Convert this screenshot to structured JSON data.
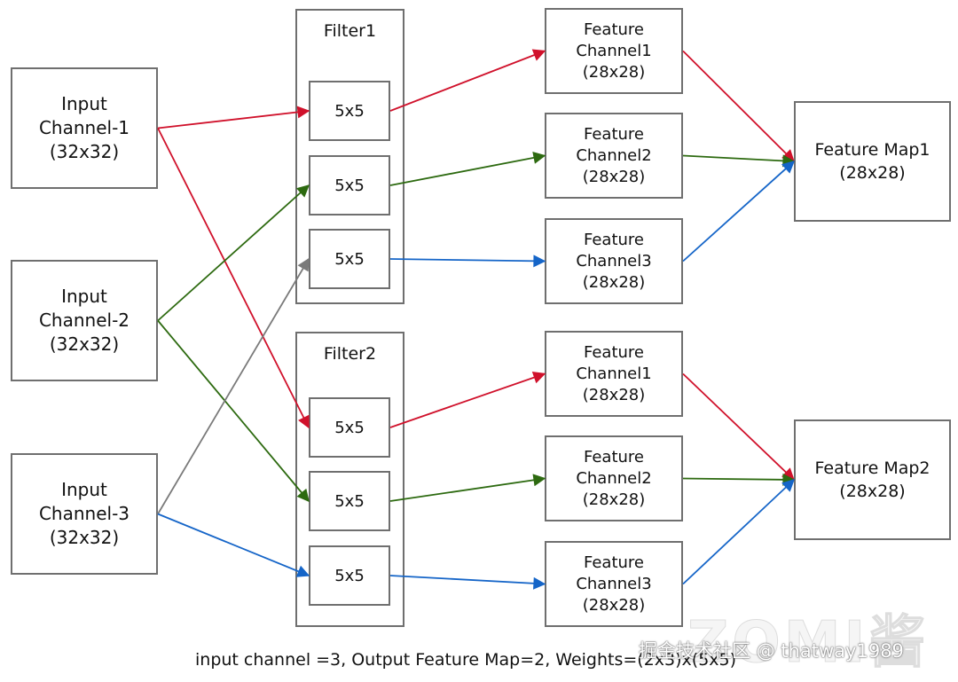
{
  "inputs": [
    {
      "line1": "Input",
      "line2": "Channel-1",
      "line3": "(32x32)"
    },
    {
      "line1": "Input",
      "line2": "Channel-2",
      "line3": "(32x32)"
    },
    {
      "line1": "Input",
      "line2": "Channel-3",
      "line3": "(32x32)"
    }
  ],
  "filters": [
    {
      "title": "Filter1",
      "kernels": [
        "5x5",
        "5x5",
        "5x5"
      ]
    },
    {
      "title": "Filter2",
      "kernels": [
        "5x5",
        "5x5",
        "5x5"
      ]
    }
  ],
  "feature_channels": [
    {
      "line1": "Feature",
      "line2": "Channel1",
      "line3": "(28x28)"
    },
    {
      "line1": "Feature",
      "line2": "Channel2",
      "line3": "(28x28)"
    },
    {
      "line1": "Feature",
      "line2": "Channel3",
      "line3": "(28x28)"
    },
    {
      "line1": "Feature",
      "line2": "Channel1",
      "line3": "(28x28)"
    },
    {
      "line1": "Feature",
      "line2": "Channel2",
      "line3": "(28x28)"
    },
    {
      "line1": "Feature",
      "line2": "Channel3",
      "line3": "(28x28)"
    }
  ],
  "feature_maps": [
    {
      "line1": "Feature Map1",
      "line2": "(28x28)"
    },
    {
      "line1": "Feature Map2",
      "line2": "(28x28)"
    }
  ],
  "caption": "input channel =3, Output Feature Map=2, Weights=(2x3)x(5x5)",
  "watermark": {
    "text": "掘金技术社区 @ thatway1989",
    "logo": "ZOMI酱"
  },
  "colors": {
    "channel1": "#d0112b",
    "channel2": "#2d6a10",
    "channel3": "#1565c8",
    "cross": "#7a7a7a",
    "box_border": "#6f6f6f"
  },
  "connections": [
    {
      "from": "input-channel-1",
      "to": "filter1-kernel-1",
      "color": "channel1"
    },
    {
      "from": "input-channel-1",
      "to": "filter2-kernel-1",
      "color": "channel1"
    },
    {
      "from": "input-channel-2",
      "to": "filter1-kernel-2",
      "color": "channel2"
    },
    {
      "from": "input-channel-2",
      "to": "filter2-kernel-2",
      "color": "channel2"
    },
    {
      "from": "input-channel-3",
      "to": "filter1-kernel-3",
      "color": "cross"
    },
    {
      "from": "input-channel-3",
      "to": "filter2-kernel-3",
      "color": "channel3"
    },
    {
      "from": "filter1-kernel-1",
      "to": "filter1-feature-channel-1",
      "color": "channel1"
    },
    {
      "from": "filter1-kernel-2",
      "to": "filter1-feature-channel-2",
      "color": "channel2"
    },
    {
      "from": "filter1-kernel-3",
      "to": "filter1-feature-channel-3",
      "color": "channel3"
    },
    {
      "from": "filter2-kernel-1",
      "to": "filter2-feature-channel-1",
      "color": "channel1"
    },
    {
      "from": "filter2-kernel-2",
      "to": "filter2-feature-channel-2",
      "color": "channel2"
    },
    {
      "from": "filter2-kernel-3",
      "to": "filter2-feature-channel-3",
      "color": "channel3"
    },
    {
      "from": "filter1-feature-channel-1",
      "to": "feature-map-1",
      "color": "channel1"
    },
    {
      "from": "filter1-feature-channel-2",
      "to": "feature-map-1",
      "color": "channel2"
    },
    {
      "from": "filter1-feature-channel-3",
      "to": "feature-map-1",
      "color": "channel3"
    },
    {
      "from": "filter2-feature-channel-1",
      "to": "feature-map-2",
      "color": "channel1"
    },
    {
      "from": "filter2-feature-channel-2",
      "to": "feature-map-2",
      "color": "channel2"
    },
    {
      "from": "filter2-feature-channel-3",
      "to": "feature-map-2",
      "color": "channel3"
    }
  ]
}
